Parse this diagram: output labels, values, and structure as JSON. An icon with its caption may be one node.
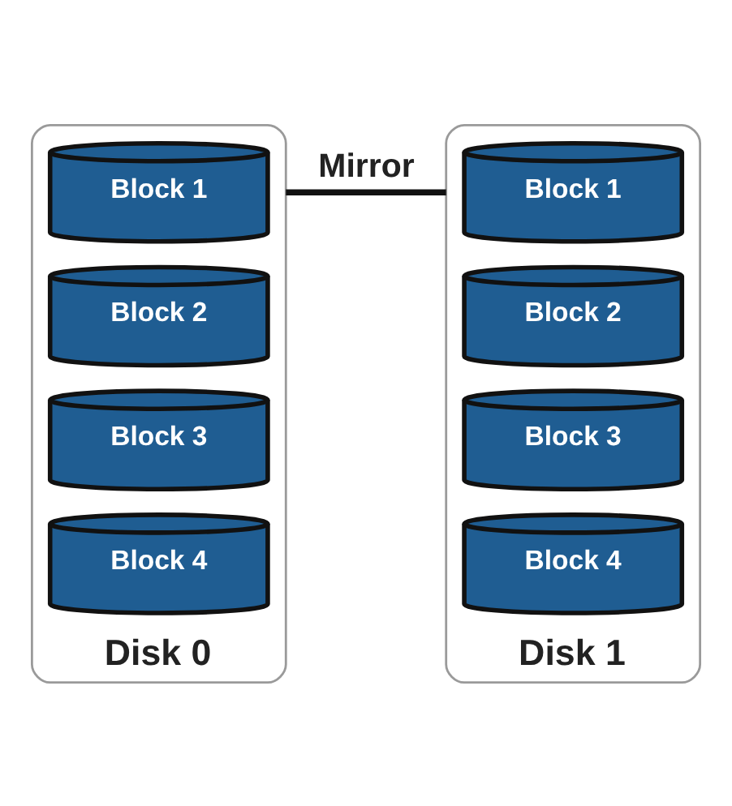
{
  "diagram": {
    "nodes": [
      {
        "text": [
          "Disk 0"
        ]
      },
      {
        "text": [
          "Block 1"
        ],
        "in": 0
      },
      {
        "text": [
          "Block 2"
        ],
        "in": 0
      },
      {
        "text": [
          "Block 3"
        ],
        "in": 0
      },
      {
        "text": [
          "Block 4"
        ],
        "in": 0
      },
      {
        "text": [
          "Disk 1"
        ]
      },
      {
        "text": [
          "Block 1"
        ],
        "in": 5
      },
      {
        "text": [
          "Block 2"
        ],
        "in": 5
      },
      {
        "text": [
          "Block 3"
        ],
        "in": 5
      },
      {
        "text": [
          "Block 4"
        ],
        "in": 5
      }
    ],
    "edges": [
      {
        "from": 0,
        "to": 5,
        "arrow": "none",
        "label": "Mirror"
      }
    ]
  }
}
